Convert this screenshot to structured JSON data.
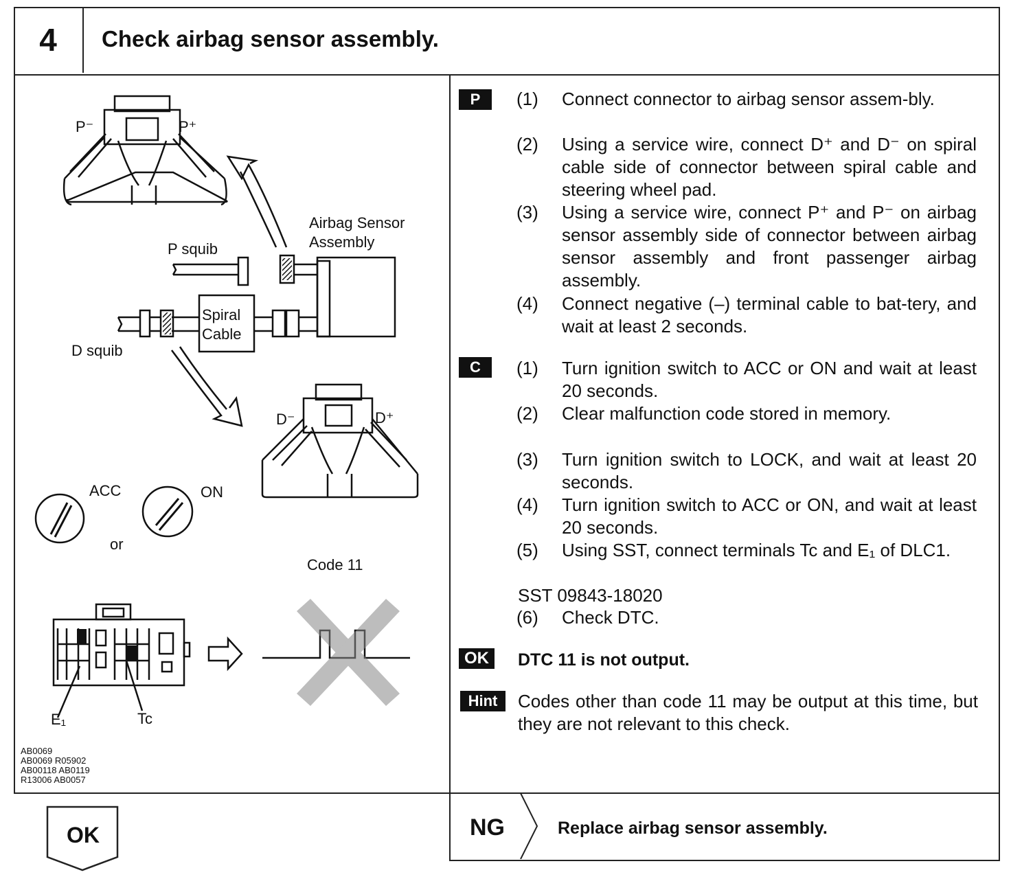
{
  "header": {
    "step_number": "4",
    "title": "Check airbag sensor assembly."
  },
  "diagram": {
    "p_minus": "P⁻",
    "p_plus": "P⁺",
    "airbag_sensor_assembly_line1": "Airbag Sensor",
    "airbag_sensor_assembly_line2": "Assembly",
    "p_squib": "P squib",
    "spiral_line1": "Spiral",
    "spiral_line2": "Cable",
    "d_squib": "D squib",
    "d_minus": "D⁻",
    "d_plus": "D⁺",
    "acc": "ACC",
    "on": "ON",
    "or": "or",
    "code11": "Code 11",
    "e1": "E₁",
    "tc": "Tc",
    "figure_refs": [
      "AB0069",
      "AB0069 R05902",
      "AB00118 AB0119",
      "R13006 AB0057"
    ]
  },
  "procedure_p": {
    "tag": "P",
    "items": [
      {
        "num": "(1)",
        "text": "Connect connector to airbag sensor assem-bly."
      },
      {
        "num": "(2)",
        "text": "Using a service wire, connect D⁺ and D⁻ on spiral cable side of connector between spiral cable and steering wheel pad."
      },
      {
        "num": "(3)",
        "text": "Using a service wire, connect P⁺ and P⁻ on airbag sensor assembly side of connector between airbag sensor assembly and front passenger airbag assembly."
      },
      {
        "num": "(4)",
        "text": "Connect negative (–) terminal cable to bat-tery, and wait at least 2 seconds."
      }
    ]
  },
  "procedure_c": {
    "tag": "C",
    "items": [
      {
        "num": "(1)",
        "text": "Turn ignition switch to ACC or ON and wait at least 20 seconds."
      },
      {
        "num": "(2)",
        "text": "Clear malfunction code stored in memory."
      },
      {
        "num": "(3)",
        "text": "Turn ignition switch to LOCK, and wait at least 20 seconds."
      },
      {
        "num": "(4)",
        "text": "Turn ignition switch to ACC or ON, and wait at least 20 seconds."
      },
      {
        "num": "(5)",
        "text": "Using SST, connect terminals Tc and E₁ of DLC1."
      }
    ],
    "sst": "SST 09843-18020",
    "item6": {
      "num": "(6)",
      "text": "Check DTC."
    }
  },
  "ok_result": {
    "tag": "OK",
    "text": "DTC 11 is not output."
  },
  "hint": {
    "tag": "Hint",
    "text": "Codes other than code 11 may be output at this time, but they are not relevant to this check."
  },
  "ok_arrow": {
    "label": "OK"
  },
  "ng": {
    "label": "NG",
    "text": "Replace airbag sensor assembly."
  }
}
